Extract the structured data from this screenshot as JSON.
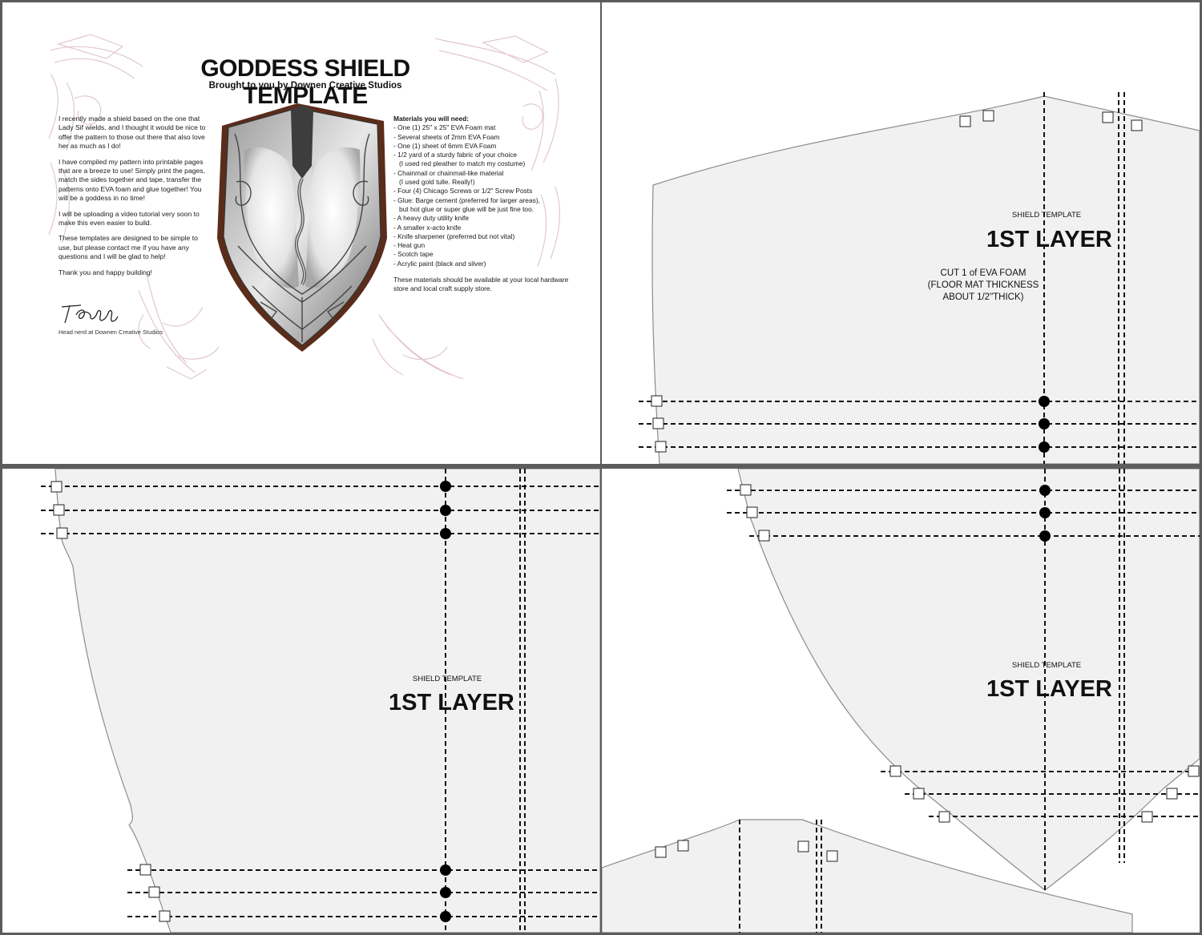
{
  "intro_page": {
    "title": "GODDESS SHIELD TEMPLATE",
    "subtitle": "Brought to you by Downen Creative Studios",
    "paragraphs": [
      "I recently made a shield based on the one that Lady Sif wields, and I thought it would be nice to offer the pattern to those out there that also love her as much as I do!",
      "I have compiled my pattern into printable pages that are a breeze to use! Simply print the pages, match the sides together and tape, transfer the patterns onto EVA foam and glue together! You will be a goddess in no time!",
      "I will be uploading a video tutorial very soon to make this even easier to build.",
      "These templates are designed to be simple to use, but please contact me if you have any questions and I will be glad to help!",
      "Thank you and happy building!"
    ],
    "signature_caption": "Head nerd at Downen Creative Studios",
    "materials_heading": "Materials you will need:",
    "materials": [
      "- One (1) 25\" x 25\" EVA Foam mat",
      "- Several sheets of 2mm EVA Foam",
      "- One (1) sheet of 6mm EVA Foam",
      "- 1/2 yard of a sturdy fabric of your choice",
      "   (I used red pleather to match my costume)",
      "- Chainmail or chainmail-like material",
      "   (I used gold tulle. Really!)",
      "- Four (4) Chicago Screws or 1/2\" Screw Posts",
      "- Glue: Barge cement (preferred for larger areas),",
      "   but hot glue or super glue will be just fine too.",
      "- A heavy duty utility knife",
      "- A smaller x-acto knife",
      "- Knife sharpener (preferred but not vital)",
      "- Heat gun",
      "- Scotch tape",
      "- Acrylic paint (black and silver)"
    ],
    "materials_note": "These materials should be available at your local hardware store and local craft supply store."
  },
  "template_pages": [
    {
      "label_small": "SHIELD TEMPLATE",
      "label_big": "1ST LAYER",
      "cut_lines": [
        "CUT 1 of EVA FOAM",
        "(FLOOR MAT THICKNESS",
        "ABOUT 1/2\"THICK)"
      ]
    },
    {
      "label_small": "SHIELD TEMPLATE",
      "label_big": "1ST LAYER"
    },
    {
      "label_small": "SHIELD TEMPLATE",
      "label_big": "1ST LAYER"
    }
  ],
  "colors": {
    "pattern_fill": "#f1f1f1",
    "pattern_stroke": "#8c8c8c",
    "page_gap": "#5c5c5c",
    "ornament": "#e2c8cc"
  }
}
